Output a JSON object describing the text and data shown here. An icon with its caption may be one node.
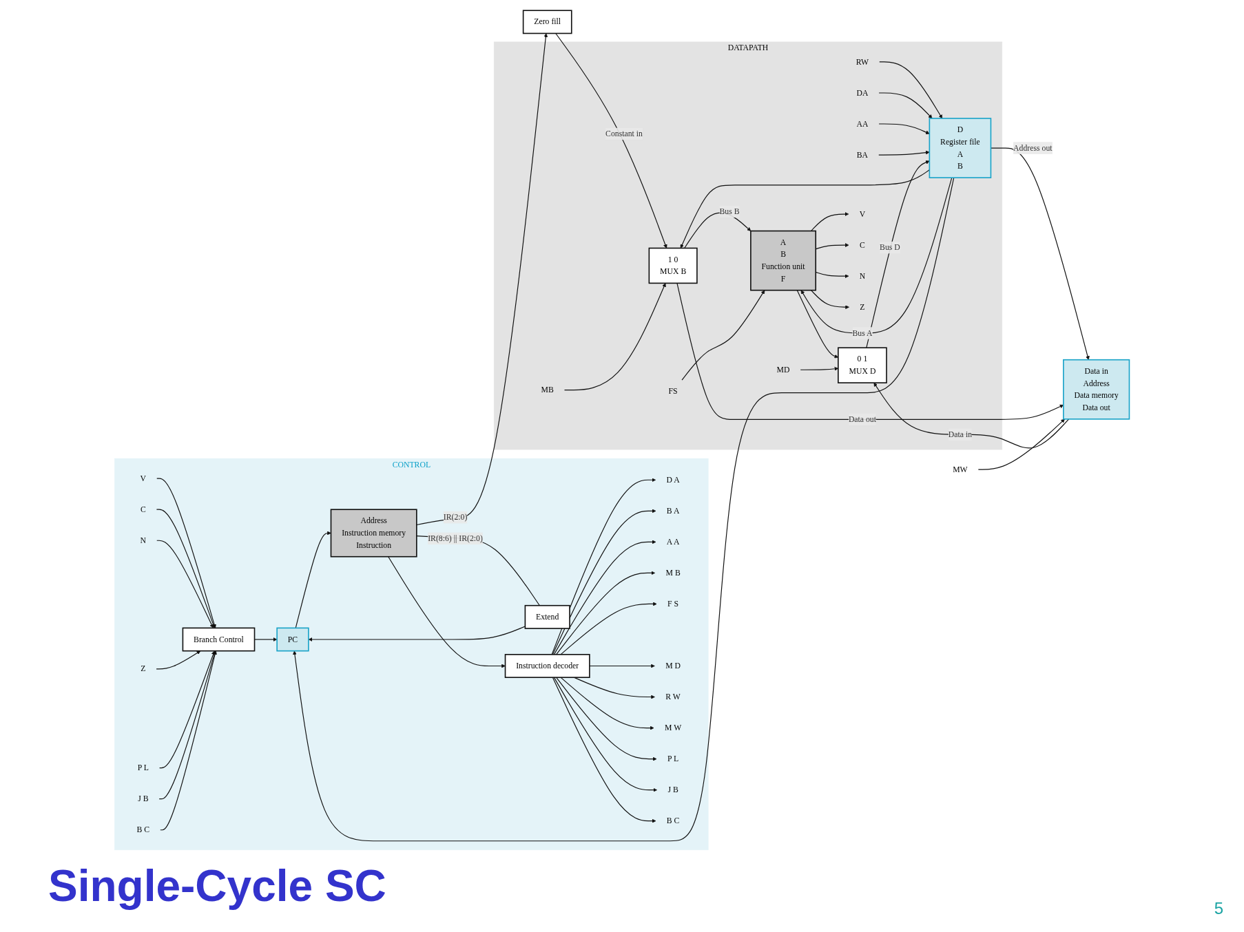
{
  "diagram": {
    "title": "Single-Cycle SC",
    "nodes": [
      {
        "text": [
          "CONTROL"
        ]
      },
      {
        "text": [
          "Branch Control"
        ],
        "in": 0
      },
      {
        "text": [
          "PC"
        ],
        "in": 0
      },
      {
        "text": [
          "Extend"
        ],
        "in": 0
      },
      {
        "text": [
          "Address",
          "Instruction memory",
          "Instruction"
        ],
        "in": 0
      },
      {
        "text": [
          "Instruction decoder"
        ],
        "in": 0
      },
      {
        "text": [
          "Zero fill"
        ]
      },
      {
        "text": [
          "DATAPATH"
        ]
      },
      {
        "text": [
          "D",
          "Register file",
          "A",
          "B"
        ],
        "in": 7
      },
      {
        "text": [
          "1 0",
          "MUX B"
        ],
        "in": 7
      },
      {
        "text": [
          "A",
          "B",
          "Function unit",
          "F"
        ],
        "in": 7
      },
      {
        "text": [
          "0 1",
          "MUX D"
        ],
        "in": 7
      },
      {
        "text": [
          "Data in",
          "Address",
          "Data memory",
          "Data out"
        ]
      },
      {
        "text": [
          "V"
        ],
        "in": 0
      },
      {
        "text": [
          "C"
        ],
        "in": 0
      },
      {
        "text": [
          "N"
        ],
        "in": 0
      },
      {
        "text": [
          "Z"
        ],
        "in": 0
      },
      {
        "text": [
          "P L"
        ],
        "in": 0
      },
      {
        "text": [
          "J B"
        ],
        "in": 0
      },
      {
        "text": [
          "B C"
        ],
        "in": 0
      },
      {
        "text": [
          "D A"
        ],
        "in": 0
      },
      {
        "text": [
          "B A"
        ],
        "in": 0
      },
      {
        "text": [
          "A A"
        ],
        "in": 0
      },
      {
        "text": [
          "M B"
        ],
        "in": 0
      },
      {
        "text": [
          "F S"
        ],
        "in": 0
      },
      {
        "text": [
          "M D"
        ],
        "in": 0
      },
      {
        "text": [
          "R W"
        ],
        "in": 0
      },
      {
        "text": [
          "M W"
        ],
        "in": 0
      },
      {
        "text": [
          "P L"
        ],
        "in": 0
      },
      {
        "text": [
          "J B"
        ],
        "in": 0
      },
      {
        "text": [
          "B C"
        ],
        "in": 0
      },
      {
        "text": [
          "RW"
        ],
        "in": 7
      },
      {
        "text": [
          "DA"
        ],
        "in": 7
      },
      {
        "text": [
          "AA"
        ],
        "in": 7
      },
      {
        "text": [
          "BA"
        ],
        "in": 7
      },
      {
        "text": [
          "MB"
        ],
        "in": 7
      },
      {
        "text": [
          "FS"
        ],
        "in": 7
      },
      {
        "text": [
          "V"
        ],
        "in": 7
      },
      {
        "text": [
          "C"
        ],
        "in": 7
      },
      {
        "text": [
          "N"
        ],
        "in": 7
      },
      {
        "text": [
          "Z"
        ],
        "in": 7
      },
      {
        "text": [
          "MD"
        ],
        "in": 7
      },
      {
        "text": [
          "MW"
        ]
      }
    ],
    "edges": [
      {
        "from": 13,
        "to": 1,
        "arrow": "to"
      },
      {
        "from": 14,
        "to": 1,
        "arrow": "to"
      },
      {
        "from": 15,
        "to": 1,
        "arrow": "to"
      },
      {
        "from": 16,
        "to": 1,
        "arrow": "to"
      },
      {
        "from": 17,
        "to": 1,
        "arrow": "to"
      },
      {
        "from": 18,
        "to": 1,
        "arrow": "to"
      },
      {
        "from": 19,
        "to": 1,
        "arrow": "to"
      },
      {
        "from": 1,
        "to": 2,
        "arrow": "to"
      },
      {
        "from": 3,
        "to": 2,
        "arrow": "to"
      },
      {
        "from": 2,
        "to": 4,
        "arrow": "to"
      },
      {
        "from": 4,
        "to": 5,
        "arrow": "to"
      },
      {
        "from": 4,
        "to": 3,
        "label": "IR(8:6) || IR(2:0)",
        "arrow": "none"
      },
      {
        "from": 4,
        "to": 6,
        "label": "IR(2:0)",
        "arrow": "to"
      },
      {
        "from": 5,
        "to": 20,
        "arrow": "to"
      },
      {
        "from": 5,
        "to": 21,
        "arrow": "to"
      },
      {
        "from": 5,
        "to": 22,
        "arrow": "to"
      },
      {
        "from": 5,
        "to": 23,
        "arrow": "to"
      },
      {
        "from": 5,
        "to": 24,
        "arrow": "to"
      },
      {
        "from": 5,
        "to": 25,
        "arrow": "to"
      },
      {
        "from": 5,
        "to": 26,
        "arrow": "to"
      },
      {
        "from": 5,
        "to": 27,
        "arrow": "to"
      },
      {
        "from": 5,
        "to": 28,
        "arrow": "to"
      },
      {
        "from": 5,
        "to": 29,
        "arrow": "to"
      },
      {
        "from": 5,
        "to": 30,
        "arrow": "to"
      },
      {
        "from": 31,
        "to": 8,
        "arrow": "to"
      },
      {
        "from": 32,
        "to": 8,
        "arrow": "to"
      },
      {
        "from": 33,
        "to": 8,
        "arrow": "to"
      },
      {
        "from": 34,
        "to": 8,
        "arrow": "to"
      },
      {
        "from": 6,
        "to": 9,
        "label": "Constant in",
        "arrow": "to"
      },
      {
        "from": 8,
        "to": 9,
        "arrow": "to"
      },
      {
        "from": 35,
        "to": 9,
        "arrow": "to"
      },
      {
        "from": 8,
        "to": 10,
        "label": "Bus A",
        "arrow": "to"
      },
      {
        "from": 8,
        "to": 2,
        "arrow": "to"
      },
      {
        "from": 8,
        "to": 12,
        "label": "Address out",
        "arrow": "to"
      },
      {
        "from": 9,
        "to": 10,
        "label": "Bus B",
        "arrow": "to"
      },
      {
        "from": 9,
        "to": 12,
        "label": "Data out",
        "arrow": "to"
      },
      {
        "from": 42,
        "to": 12,
        "arrow": "to"
      },
      {
        "from": 36,
        "to": 10,
        "arrow": "to"
      },
      {
        "from": 10,
        "to": 37,
        "arrow": "to"
      },
      {
        "from": 10,
        "to": 38,
        "arrow": "to"
      },
      {
        "from": 10,
        "to": 39,
        "arrow": "to"
      },
      {
        "from": 10,
        "to": 40,
        "arrow": "to"
      },
      {
        "from": 10,
        "to": 11,
        "arrow": "to"
      },
      {
        "from": 12,
        "to": 11,
        "label": "Data in",
        "arrow": "to"
      },
      {
        "from": 41,
        "to": 11,
        "arrow": "to"
      },
      {
        "from": 11,
        "to": 8,
        "label": "Bus D",
        "arrow": "to"
      }
    ],
    "labels": [
      "5"
    ]
  }
}
